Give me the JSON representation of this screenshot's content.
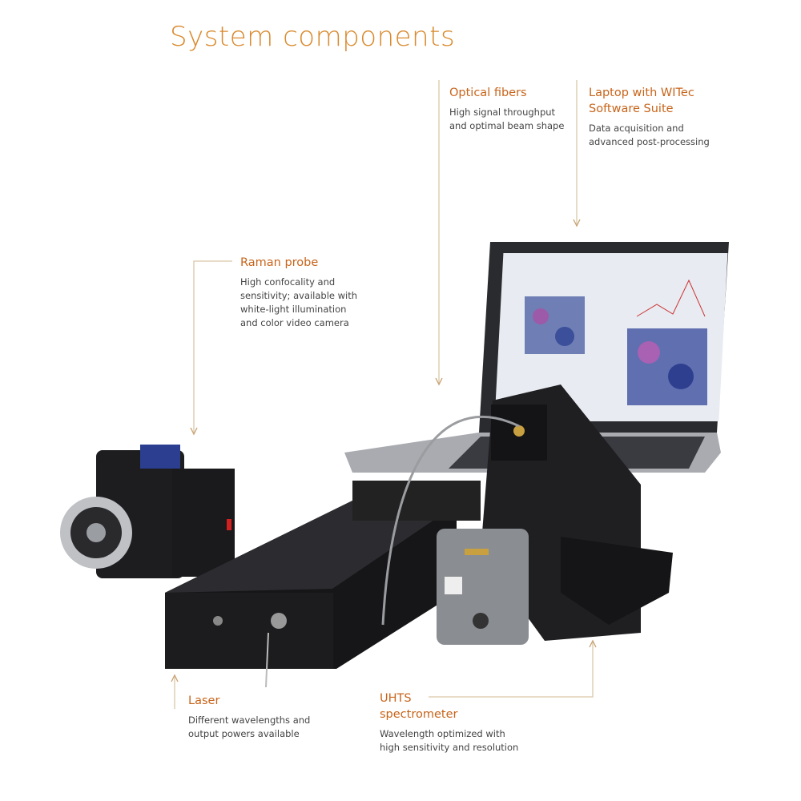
{
  "title": "System components",
  "components": [
    {
      "name": "Optical fibers",
      "description": [
        "High signal throughput",
        "and optimal beam shape"
      ]
    },
    {
      "name": "Laptop with WITec Software Suite",
      "name_lines": [
        "Laptop with WITec",
        "Software Suite"
      ],
      "description": [
        "Data acquisition and",
        "advanced post-processing"
      ]
    },
    {
      "name": "Raman probe",
      "description": [
        "High confocality and",
        "sensitivity; available with",
        "white-light illumination",
        "and color video camera"
      ]
    },
    {
      "name": "Laser",
      "description": [
        "Different wavelengths and",
        "output powers available"
      ]
    },
    {
      "name": "UHTS spectrometer",
      "name_lines": [
        "UHTS",
        "spectrometer"
      ],
      "description": [
        "Wavelength optimized with",
        "high sensitivity and resolution"
      ]
    }
  ],
  "colors": {
    "heading": "#c8641a",
    "title": "#d98a2e",
    "leader_line": "#d9c8a8",
    "device": "#1e1e20",
    "spectrometer_panel": "#8a8d92"
  }
}
